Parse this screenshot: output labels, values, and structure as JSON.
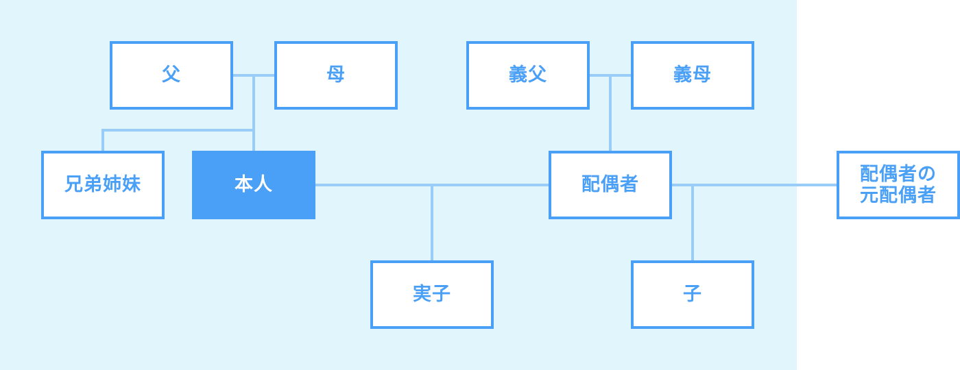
{
  "nodes": {
    "father": "父",
    "mother": "母",
    "father_in_law": "義父",
    "mother_in_law": "義母",
    "siblings": "兄弟姉妹",
    "self": "本人",
    "spouse": "配偶者",
    "former_spouse_of_spouse": "配偶者の\n元配偶者",
    "biological_child": "実子",
    "child": "子"
  },
  "colors": {
    "background": "#e1f5fd",
    "border": "#4aa0f6",
    "text": "#4aa0f6",
    "connector": "#99cdf7",
    "self_fill": "#4aa0f6",
    "self_text": "#ffffff"
  }
}
